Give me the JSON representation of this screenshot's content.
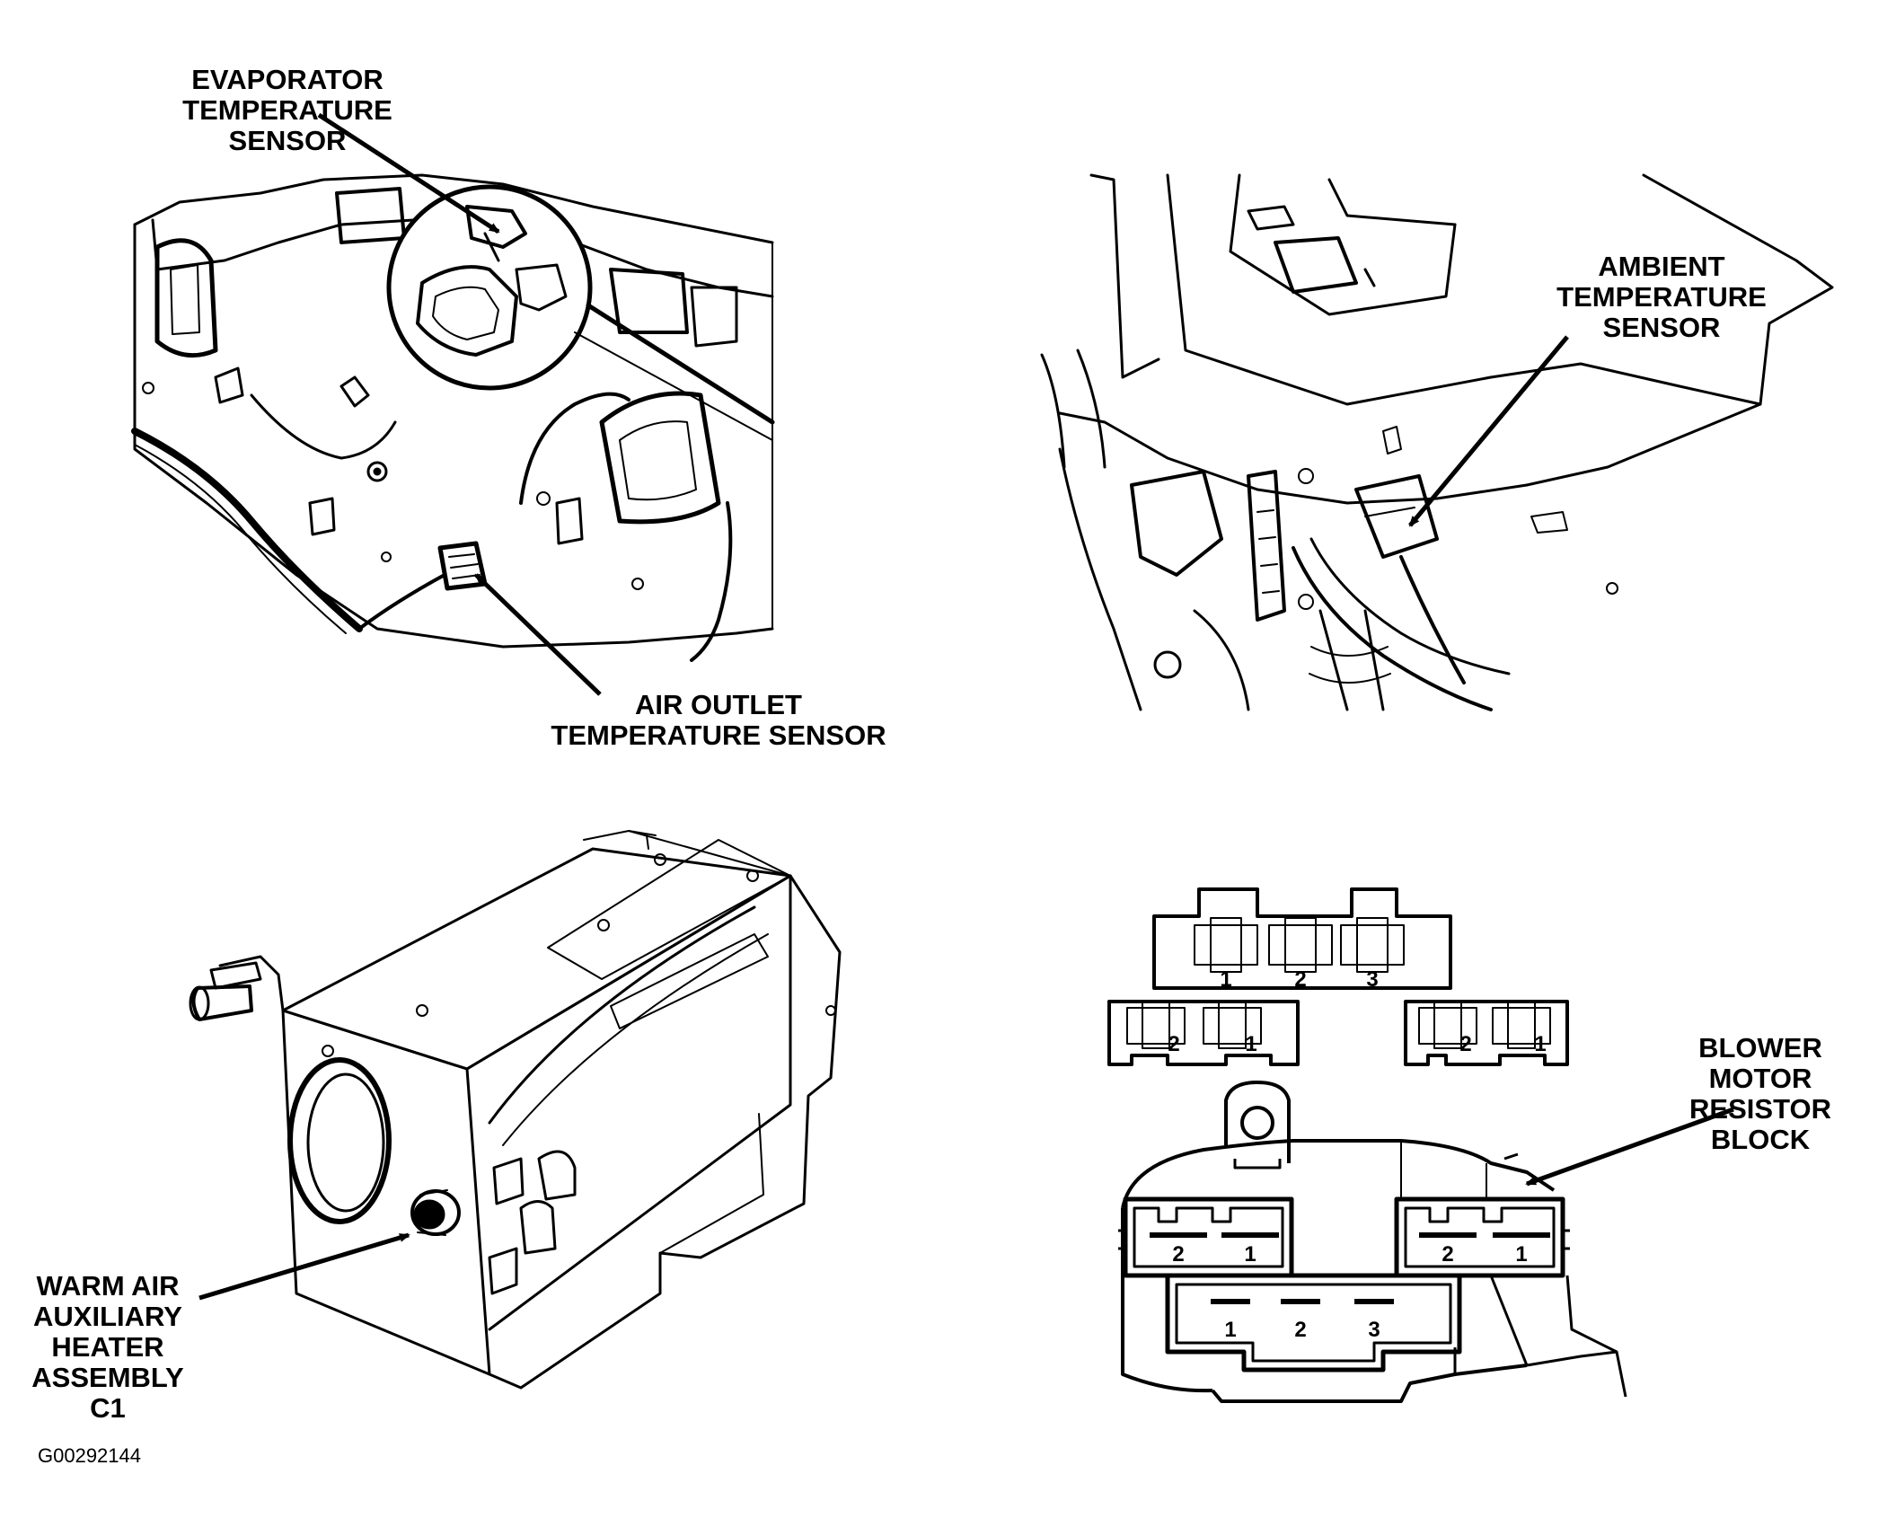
{
  "labels": {
    "evaporator_sensor": [
      "EVAPORATOR",
      "TEMPERATURE",
      "SENSOR"
    ],
    "air_outlet_sensor": [
      "AIR OUTLET",
      "TEMPERATURE SENSOR"
    ],
    "ambient_sensor": [
      "AMBIENT",
      "TEMPERATURE",
      "SENSOR"
    ],
    "warm_air_heater": [
      "WARM AIR",
      "AUXILIARY",
      "HEATER",
      "ASSEMBLY",
      "C1"
    ],
    "blower_resistor": [
      "BLOWER",
      "MOTOR",
      "RESISTOR",
      "BLOCK"
    ]
  },
  "connector_pins": {
    "top_block": [
      "1",
      "2",
      "3"
    ],
    "left_block": [
      "2",
      "1"
    ],
    "right_block": [
      "2",
      "1"
    ],
    "lower_left": [
      "2",
      "1"
    ],
    "lower_right": [
      "2",
      "1"
    ],
    "lower_center": [
      "1",
      "2",
      "3"
    ]
  },
  "figure_id": "G00292144"
}
